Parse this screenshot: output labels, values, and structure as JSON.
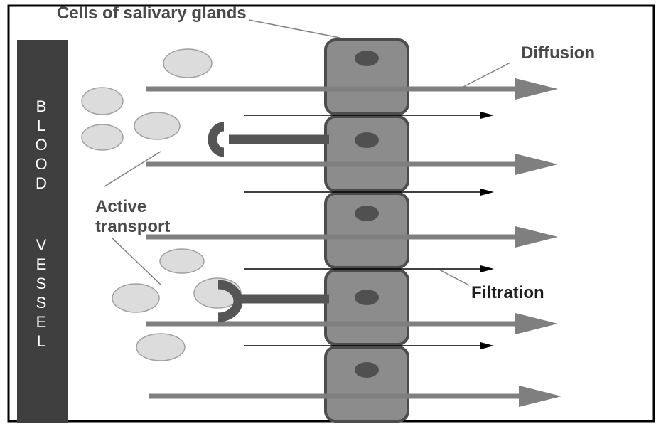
{
  "labels": {
    "cells": "Cells of salivary glands",
    "diffusion": "Diffusion",
    "active_transport_line1": "Active",
    "active_transport_line2": "transport",
    "filtration": "Filtration"
  },
  "vessel": {
    "letters": [
      "B",
      "L",
      "O",
      "O",
      "D",
      "V",
      "E",
      "S",
      "S",
      "E",
      "L"
    ]
  },
  "colors": {
    "frame": "#000000",
    "vessel": "#3f3f3f",
    "vessel_text": "#ffffff",
    "cell_fill": "#8c8c8c",
    "cell_stroke": "#4d4d4d",
    "nucleus": "#505050",
    "thick_arrow": "#7f7f7f",
    "thin_arrow": "#000000",
    "particle_fill": "#dcdcdc",
    "particle_stroke": "#a0a0a0",
    "receptor": "#555555",
    "label_text": "#4a4a4a",
    "leader_line": "#808080"
  }
}
